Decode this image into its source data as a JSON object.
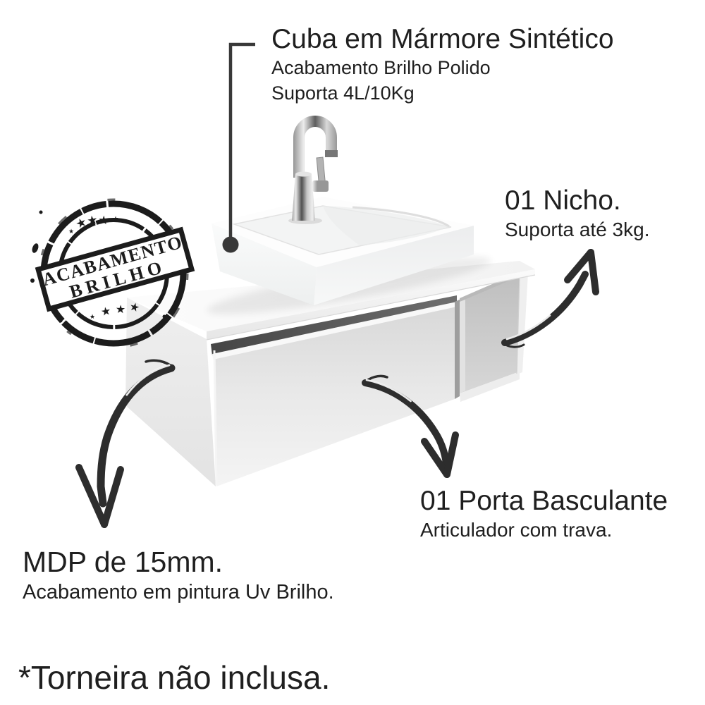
{
  "labels": {
    "sink": {
      "title": "Cuba em Mármore Sintético",
      "line1": "Acabamento Brilho Polido",
      "line2": "Suporta 4L/10Kg"
    },
    "niche": {
      "title": "01 Nicho.",
      "subtitle": "Suporta até 3kg."
    },
    "door": {
      "title": "01 Porta Basculante",
      "subtitle": "Articulador com trava."
    },
    "material": {
      "title": "MDP de 15mm.",
      "subtitle": "Acabamento em pintura Uv Brilho."
    },
    "footnote": "*Torneira não inclusa."
  },
  "stamp": {
    "line1": "ACABAMENTO",
    "line2": "BRILHO",
    "star": "★"
  },
  "colors": {
    "text": "#1f1f1f",
    "ink": "#1c1c1c",
    "arrow": "#2d2d2d",
    "gap_shadow": "#4d4d4d"
  }
}
